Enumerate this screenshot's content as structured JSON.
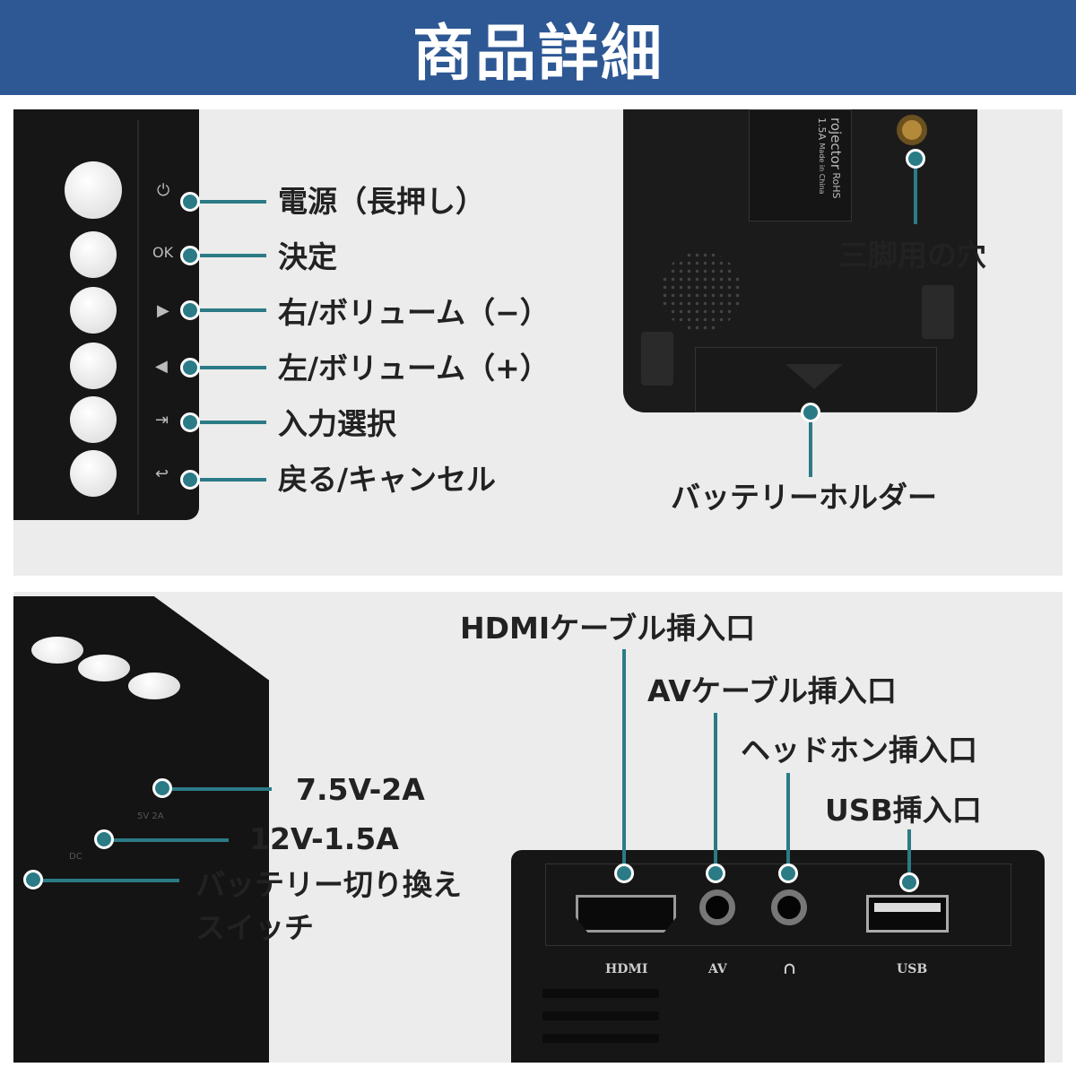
{
  "header": {
    "title": "商品詳細"
  },
  "panel_top": {
    "buttons": [
      {
        "symbol": "⏻",
        "label": "電源（長押し）"
      },
      {
        "symbol": "OK",
        "label": "決定"
      },
      {
        "symbol": "▶",
        "label": "右/ボリューム（−）"
      },
      {
        "symbol": "◀",
        "label": "左/ボリューム（+）"
      },
      {
        "symbol": "⇥",
        "label": "入力選択"
      },
      {
        "symbol": "↩",
        "label": "戻る/キャンセル"
      }
    ],
    "tripod_label": "三脚用の穴",
    "battery_holder_label": "バッテリーホルダー",
    "sticker": {
      "line1": "rojector",
      "line2": "RoHS",
      "line3": "1.5A",
      "line4": "Made in China"
    }
  },
  "panel_bottom": {
    "power_7v": "7.5V-2A",
    "power_12v": "12V-1.5A",
    "switch_label_1": "バッテリー切り換え",
    "switch_label_2": "スイッチ",
    "hdmi_label": "HDMIケーブル挿入口",
    "av_label": "AVケーブル挿入口",
    "headphone_label": "ヘッドホン挿入口",
    "usb_label": "USB挿入口",
    "port_marks": {
      "hdmi": "HDMI",
      "av": "AV",
      "headphone": "∩",
      "usb": "USB"
    },
    "device_marks": {
      "dc": "DC",
      "v": "5V 2A"
    }
  },
  "colors": {
    "header": "#2e5894",
    "accent": "#2b7b86",
    "panel": "#ececec"
  }
}
